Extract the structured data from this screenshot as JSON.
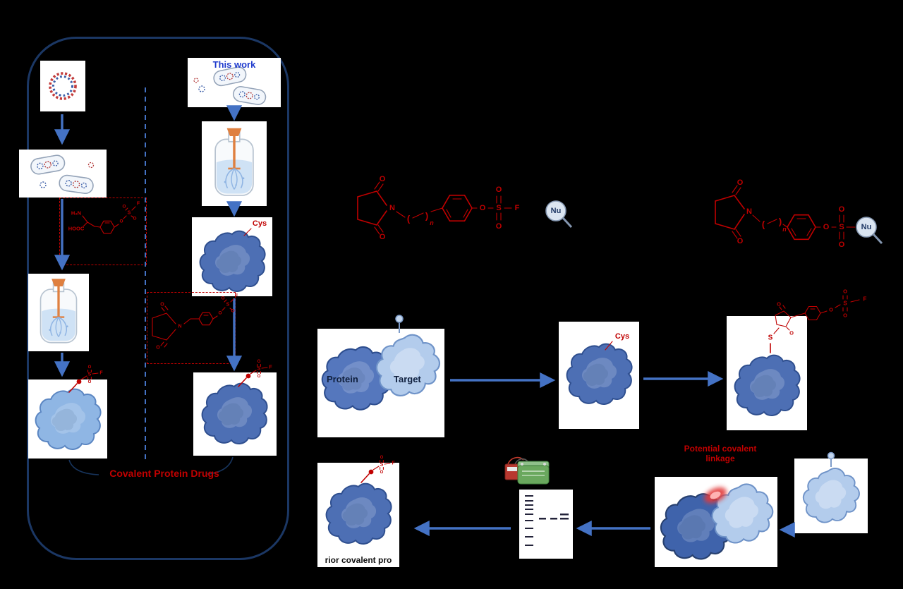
{
  "colors": {
    "background": "#000000",
    "arrow_blue": "#4472c4",
    "structure_red": "#c00000",
    "panel_border": "#1b3764",
    "this_work_blue": "#1f3bcd",
    "protein_dark": "#4d6fb4",
    "protein_light": "#8fb6e4",
    "target_light": "#b3ccec"
  },
  "left_panel": {
    "this_work_label": "This work",
    "footer_label": "Covalent Protein Drugs",
    "cys_label": "Cys"
  },
  "scheme": {
    "nu_label": "Nu",
    "atoms": {
      "O": "O",
      "S": "S",
      "F": "F",
      "N": "N",
      "n": "n",
      "H2N": "H₂N",
      "HOOC": "HOOC",
      "paren_open": "(",
      "paren_close": ")"
    }
  },
  "workflow": {
    "protein_label": "Protein",
    "target_label": "Target",
    "cys_label": "Cys",
    "potential_linkage_line1": "Potential covalent",
    "potential_linkage_line2": "linkage",
    "caption_fragment": "rior covalent pro"
  }
}
